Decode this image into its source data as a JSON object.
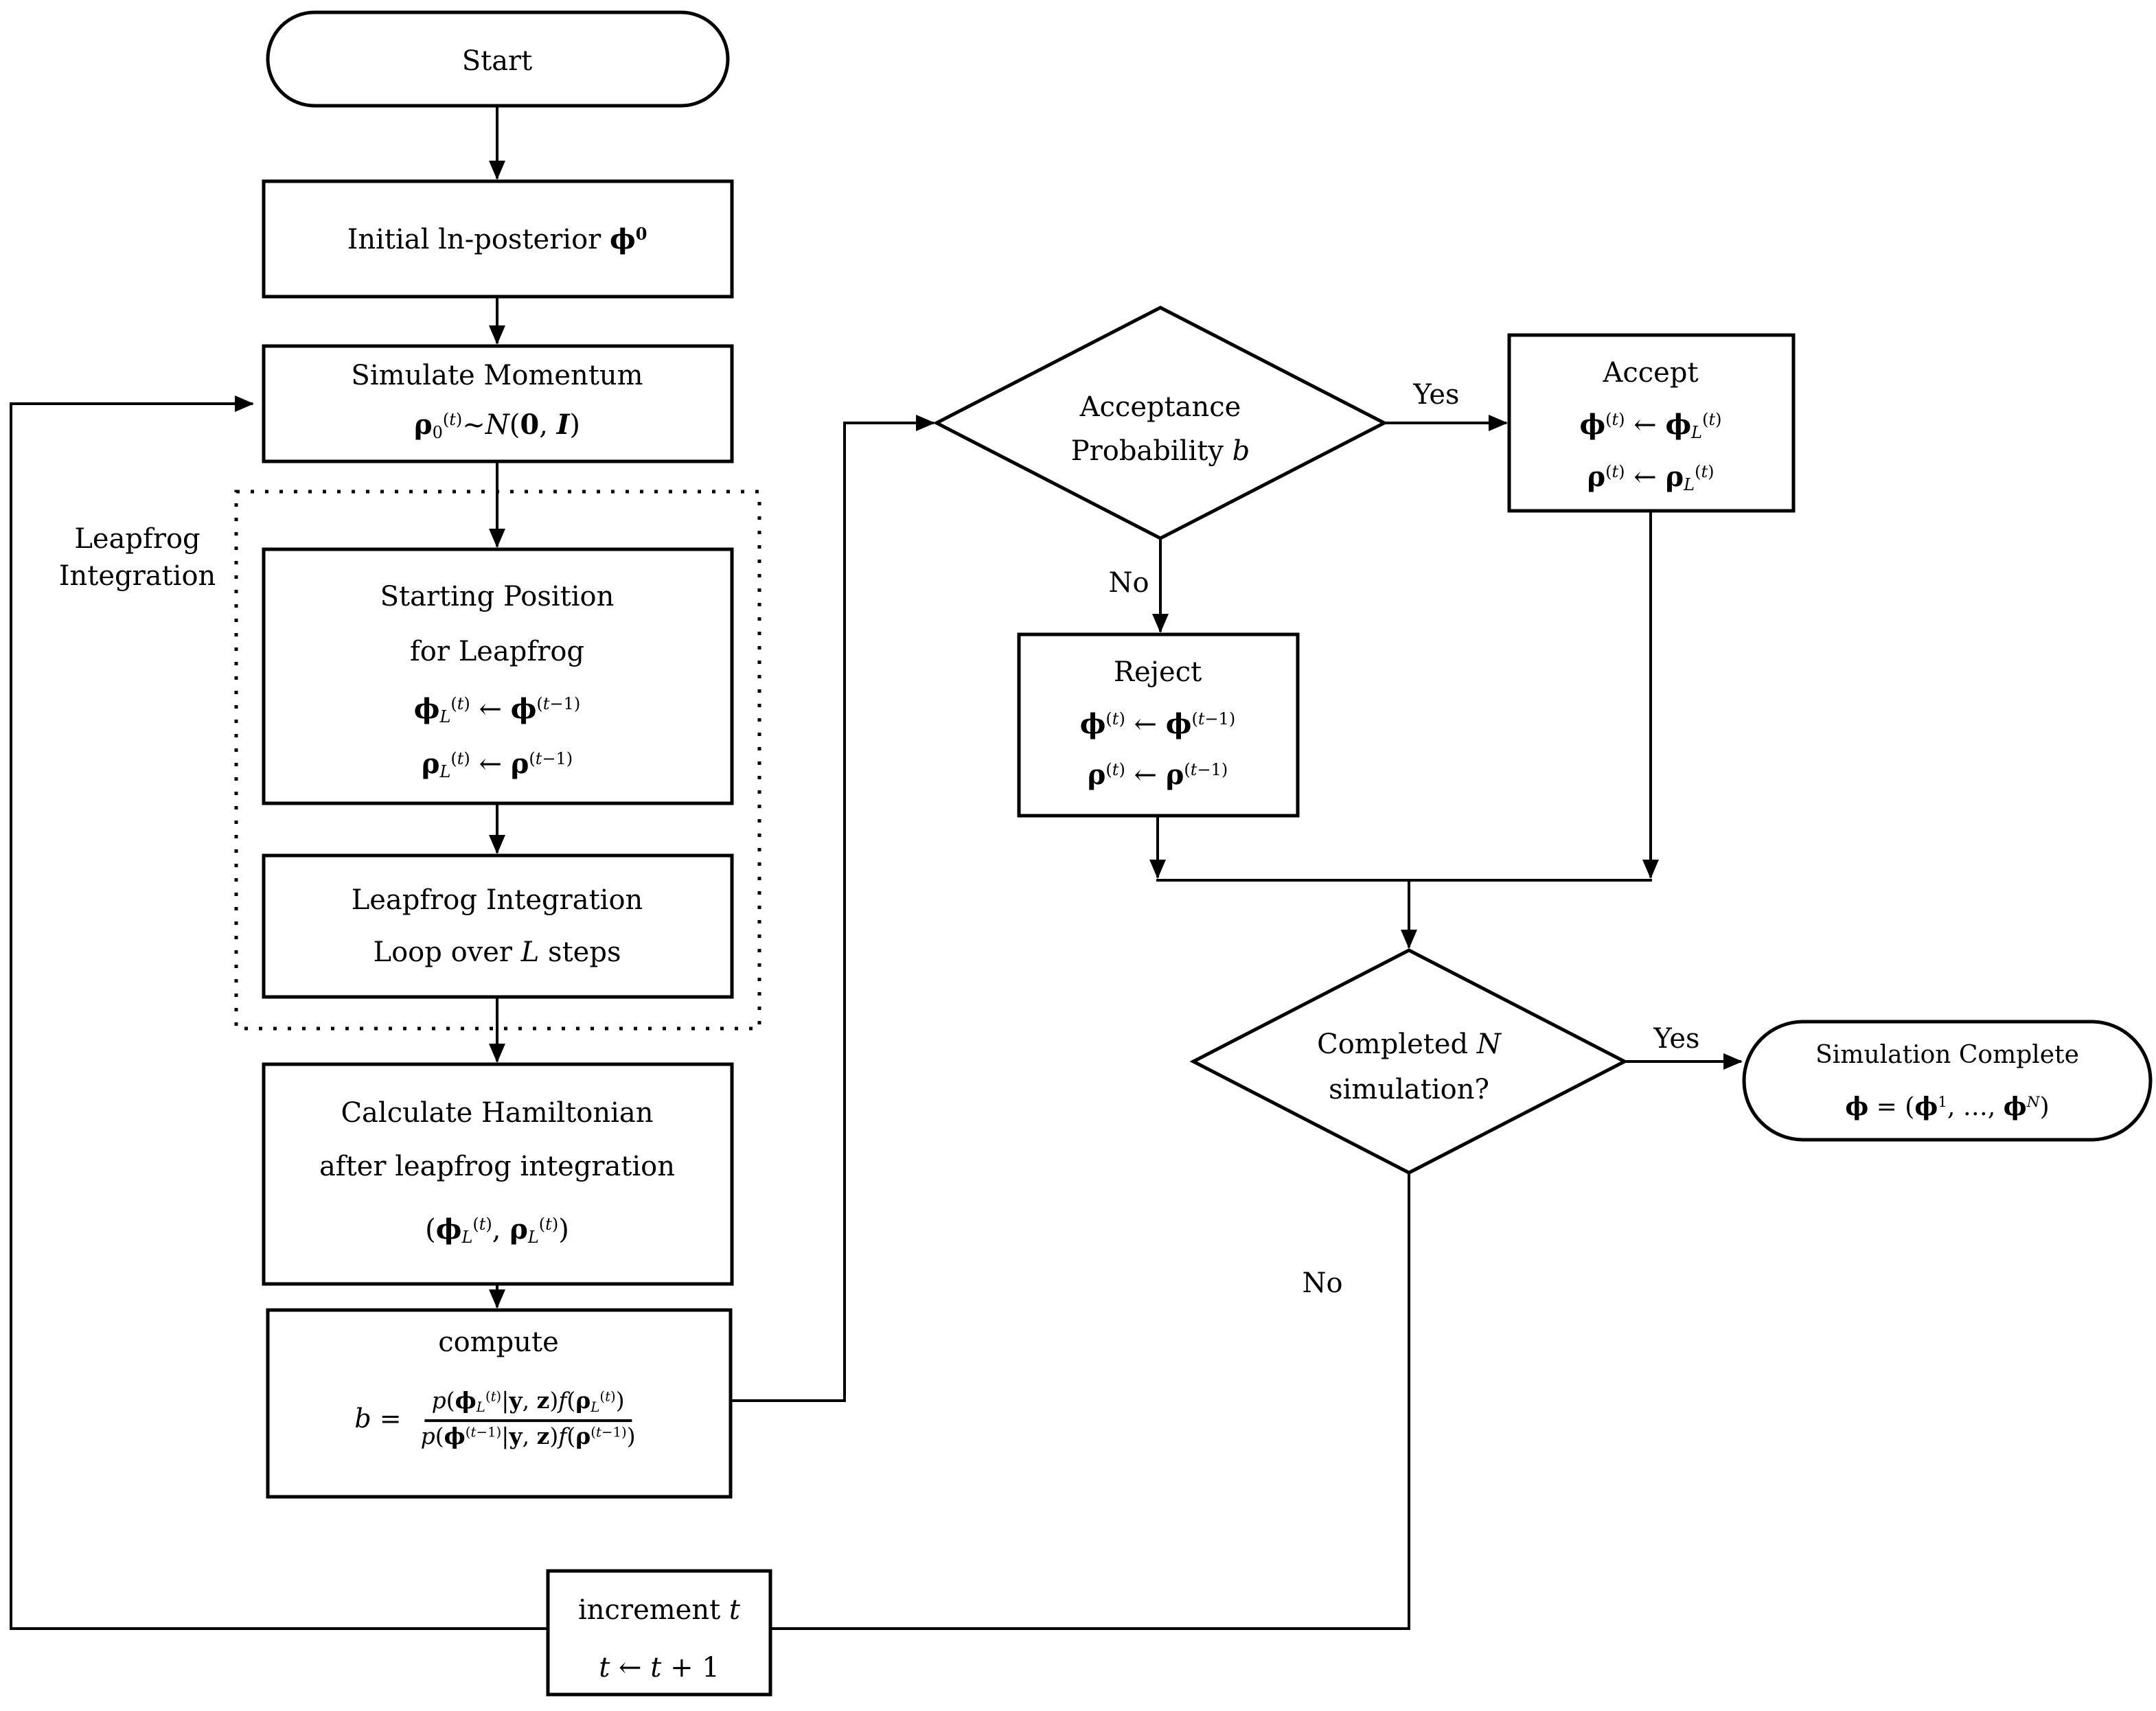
{
  "colors": {
    "background": "#ffffff",
    "stroke": "#000000"
  },
  "nodes": {
    "start": {
      "label": "Start"
    },
    "initial": {
      "line1": "Initial ln-posterior  **ϕ**^{**0**}"
    },
    "simulate": {
      "line1": "Simulate Momentum",
      "line2": "**ρ**_{0}^{(//t//)}~//N//(**0**, **//I//**)"
    },
    "leapfrog_group_label": {
      "line1": "Leapfrog",
      "line2": "Integration"
    },
    "starting": {
      "line1": "Starting Position",
      "line2": "for Leapfrog",
      "line3": "**ϕ**_{//L//}^{(//t//)} ← **ϕ**^{(//t//−1)}",
      "line4": "**ρ**_{//L//}^{(//t//)} ← **ρ**^{(//t//−1)}"
    },
    "loop": {
      "line1": "Leapfrog Integration",
      "line2": "Loop over  //L//  steps"
    },
    "hamiltonian": {
      "line1": "Calculate Hamiltonian",
      "line2": "after leapfrog integration",
      "line3": "(**ϕ**_{//L//}^{(//t//)}, **ρ**_{//L//}^{(//t//)})"
    },
    "compute": {
      "line1": "compute",
      "lhs": "//b// =",
      "numerator": "//p//(**ϕ**_{//L//}^{(//t//)}|**y**, **z**)//f//(**ρ**_{//L//}^{(//t//)})",
      "denominator": "//p//(**ϕ**^{(//t//−1)}|**y**, **z**)//f//(**ρ**^{(//t//−1)})"
    },
    "acceptance": {
      "line1": "Acceptance",
      "line2": "Probability //b//"
    },
    "accept": {
      "line1": "Accept",
      "line2": "**ϕ**^{(//t//)} ← **ϕ**_{//L//}^{(//t//)}",
      "line3": "**ρ**^{(//t//)} ← **ρ**_{//L//}^{(//t//)}"
    },
    "reject": {
      "line1": "Reject",
      "line2": "**ϕ**^{(//t//)} ← **ϕ**^{(//t//−1)}",
      "line3": "**ρ**^{(//t//)} ← **ρ**^{(//t//−1)}"
    },
    "completed": {
      "line1": "Completed //N//",
      "line2": "simulation?"
    },
    "complete": {
      "line1": "Simulation Complete",
      "line2": "**ϕ** = (**ϕ**^{1}, …, **ϕ**^{//N//})"
    },
    "increment": {
      "line1": "increment //t//",
      "line2": "//t// ← //t// + 1"
    }
  },
  "edge_labels": {
    "accept_yes": "Yes",
    "accept_no": "No",
    "complete_yes": "Yes",
    "complete_no": "No"
  }
}
